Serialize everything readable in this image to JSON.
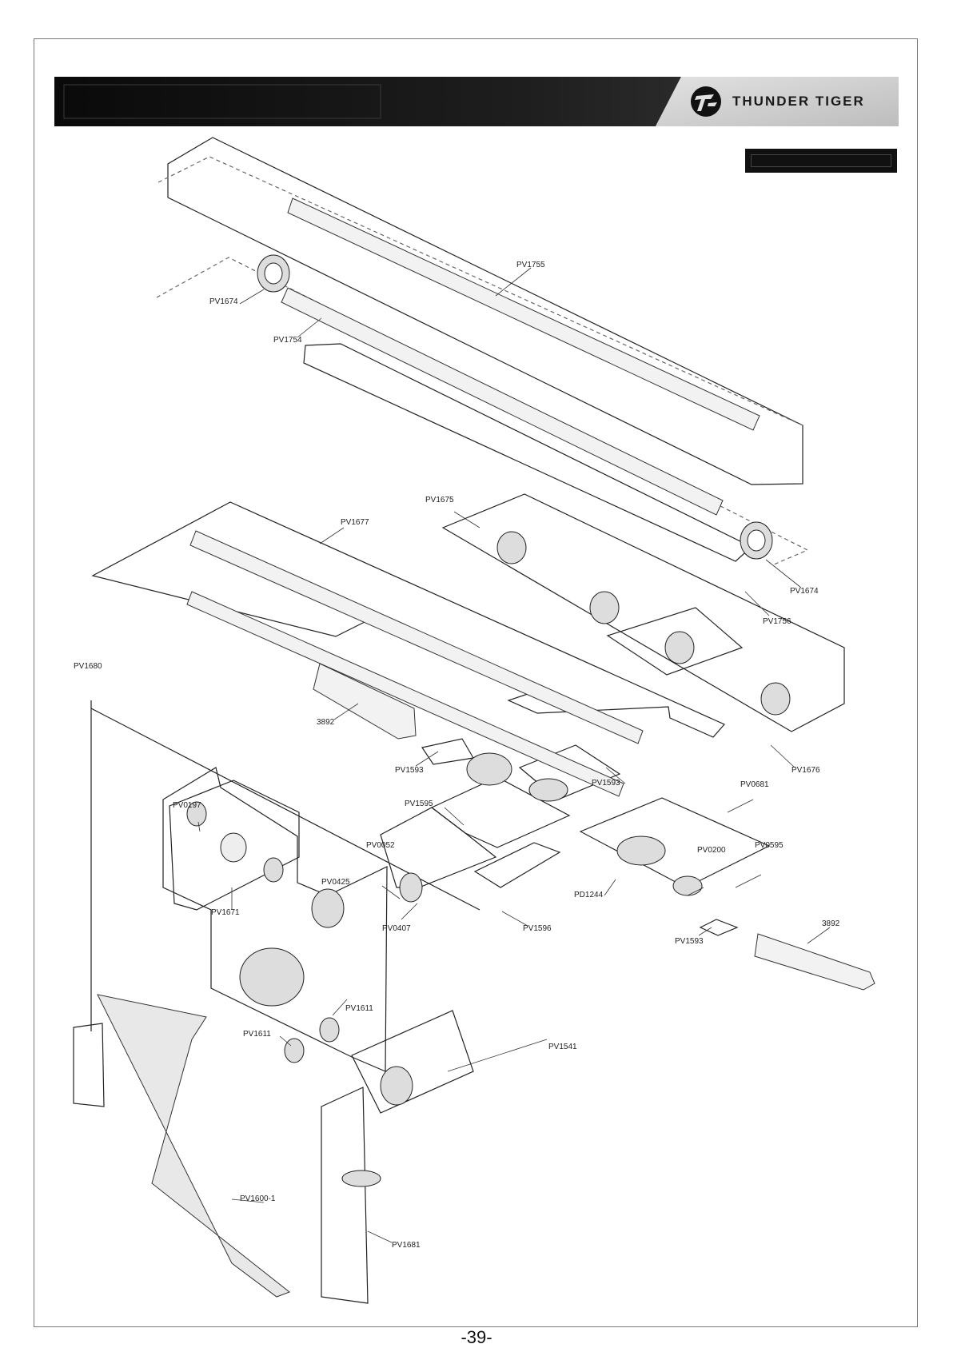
{
  "header": {
    "brand": "THUNDER TIGER"
  },
  "parts": [
    {
      "id": "PV1755"
    },
    {
      "id": "PV1674"
    },
    {
      "id": "PV1754"
    },
    {
      "id": "PV1675"
    },
    {
      "id": "PV1677"
    },
    {
      "id": "PV1674"
    },
    {
      "id": "PV1756"
    },
    {
      "id": "PV1680"
    },
    {
      "id": "3892"
    },
    {
      "id": "PV1593"
    },
    {
      "id": "PV1593"
    },
    {
      "id": "PV1676"
    },
    {
      "id": "PV0681"
    },
    {
      "id": "PV0197"
    },
    {
      "id": "PV1595"
    },
    {
      "id": "PV0052"
    },
    {
      "id": "PV0200"
    },
    {
      "id": "PV0595"
    },
    {
      "id": "PV0425"
    },
    {
      "id": "PD1244"
    },
    {
      "id": "3892"
    },
    {
      "id": "PV1671"
    },
    {
      "id": "PV0407"
    },
    {
      "id": "PV1596"
    },
    {
      "id": "PV1593"
    },
    {
      "id": "PV1611"
    },
    {
      "id": "PV1611"
    },
    {
      "id": "PV1541"
    },
    {
      "id": "PV1600-1"
    },
    {
      "id": "PV1681"
    }
  ],
  "footer": {
    "page_number": "-39-"
  }
}
